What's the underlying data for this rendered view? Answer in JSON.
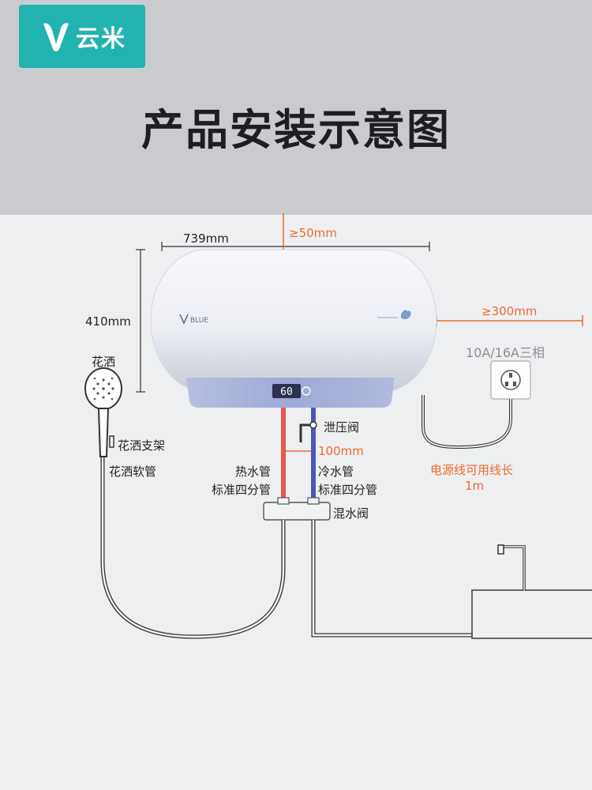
{
  "brand": {
    "name": "云米"
  },
  "title": "产品安装示意图",
  "colors": {
    "accent": "#22b2b0",
    "dimension": "#ef6a2e",
    "hot_pipe": "#e35a4e",
    "cold_pipe": "#4d55b8"
  },
  "heater": {
    "model_text": "BLUE",
    "display": "60"
  },
  "labels": {
    "width": "739mm",
    "top_clearance": "≥50mm",
    "height": "410mm",
    "side_clearance": "≥300mm",
    "socket": "10A/16A三相",
    "shower_head": "花洒",
    "shower_bracket": "花洒支架",
    "shower_hose": "花洒软管",
    "relief_valve": "泄压阀",
    "pipe_gap": "100mm",
    "hot_pipe": "热水管",
    "hot_pipe_spec": "标准四分管",
    "cold_pipe": "冷水管",
    "cold_pipe_spec": "标准四分管",
    "mixing_valve": "混水阀",
    "power_cord": "电源线可用线长",
    "power_cord_len": "1m"
  }
}
